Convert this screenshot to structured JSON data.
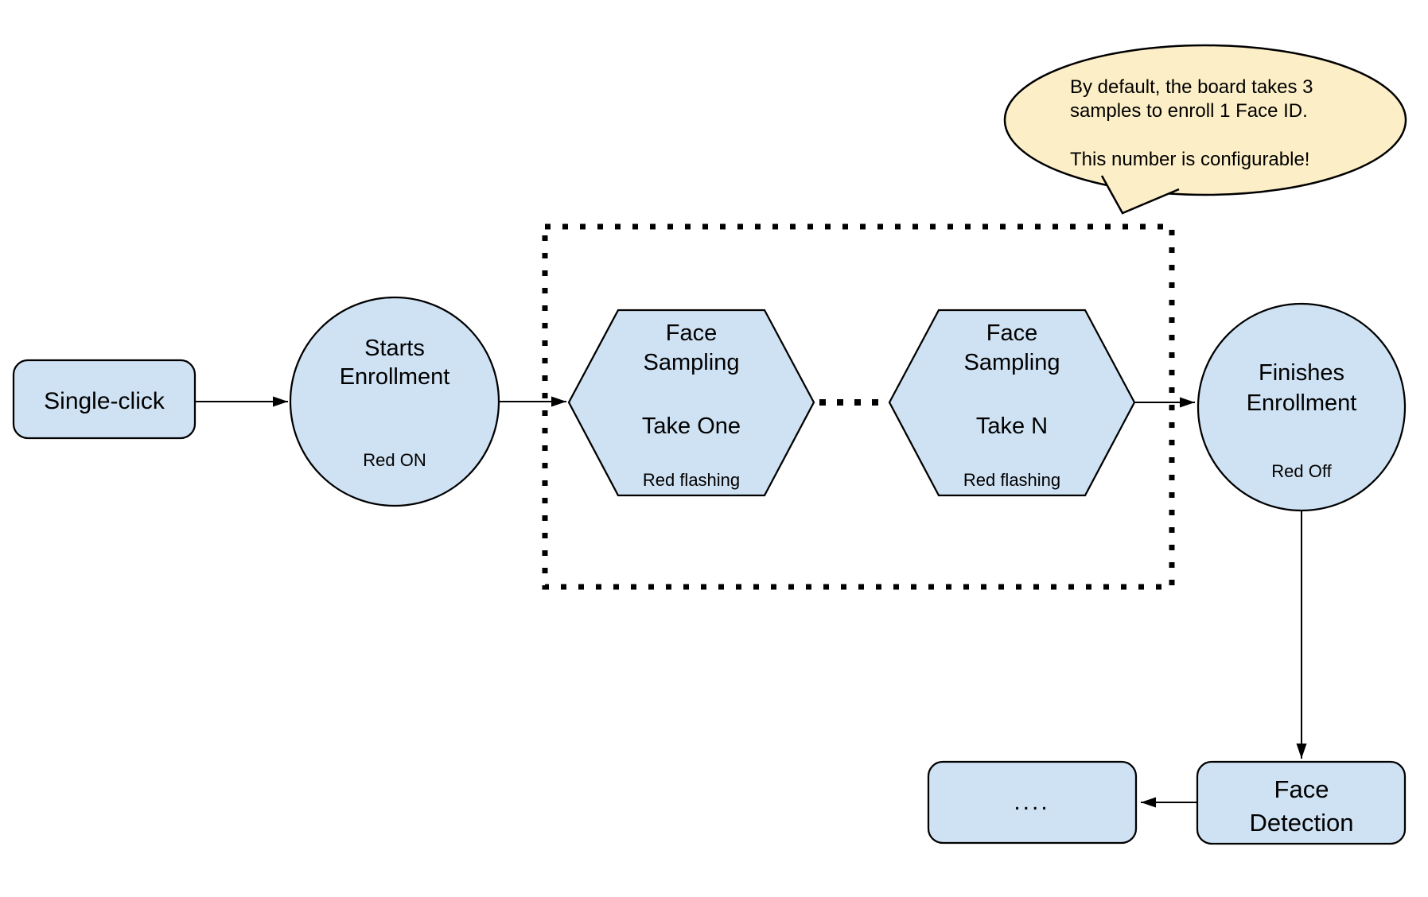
{
  "colors": {
    "node_fill": "#cfe2f3",
    "callout_fill": "#fceec6",
    "stroke": "#000000",
    "background": "#ffffff"
  },
  "nodes": {
    "single_click": {
      "label": "Single-click"
    },
    "starts_enrollment": {
      "title_line1": "Starts",
      "title_line2": "Enrollment",
      "status": "Red ON"
    },
    "face_sampling_one": {
      "title_line1": "Face",
      "title_line2": "Sampling",
      "step": "Take One",
      "status": "Red flashing"
    },
    "face_sampling_n": {
      "title_line1": "Face",
      "title_line2": "Sampling",
      "step": "Take N",
      "status": "Red flashing"
    },
    "finishes_enrollment": {
      "title_line1": "Finishes",
      "title_line2": "Enrollment",
      "status": "Red Off"
    },
    "face_detection": {
      "title_line1": "Face",
      "title_line2": "Detection"
    },
    "continuation": {
      "label": "...."
    }
  },
  "callout": {
    "line1": "By default, the board takes 3",
    "line2": "samples to enroll 1 Face ID.",
    "line3": "This number is configurable!"
  }
}
